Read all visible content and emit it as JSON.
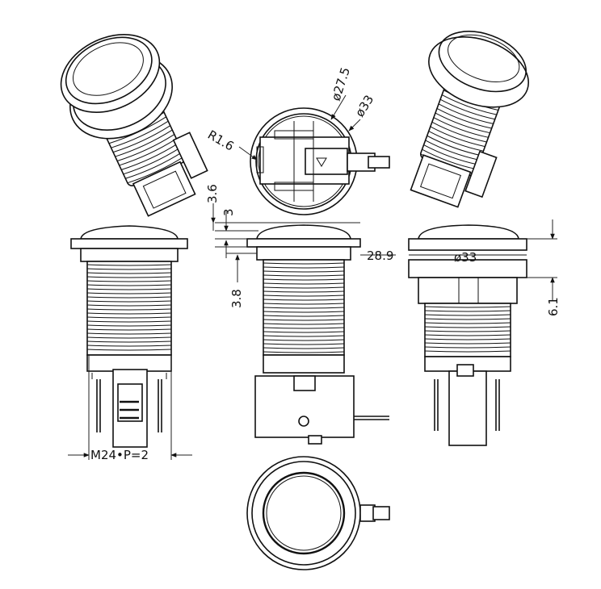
{
  "dimensions": {
    "r_notch": "R1.6",
    "d_lens": "ø27.5",
    "d_bezel_top": "ø33",
    "h_bezel": "3.6",
    "h_cap": "3",
    "h_flange": "3.8",
    "w_housing": "28.9",
    "d_bezel_side": "ø33",
    "h_side": "6.1",
    "thread": "M24•P=2"
  },
  "colors": {
    "line": "#111111",
    "background": "#ffffff"
  }
}
